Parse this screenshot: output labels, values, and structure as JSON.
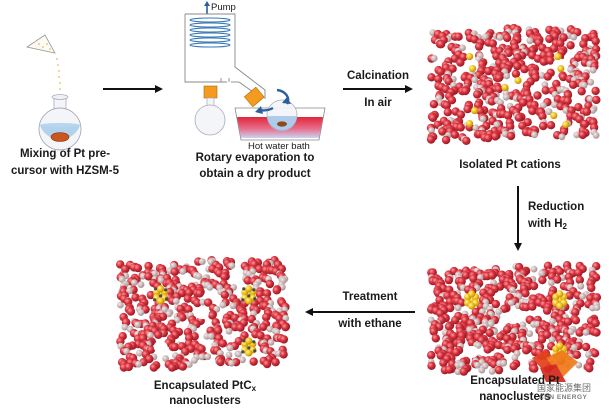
{
  "steps": {
    "mixing": {
      "line1": "Mixing of Pt pre-",
      "line2": "cursor with HZSM-5"
    },
    "rotary": {
      "line1": "Rotary evaporation to",
      "line2": "obtain a dry product",
      "pump_label": "Pump",
      "bath_label": "Hot water bath"
    },
    "isolated": {
      "label": "Isolated Pt cations"
    },
    "encap_pt": {
      "line1": "Encapsulated  Pt",
      "line2": "nanoclusters"
    },
    "encap_ptcx": {
      "line1_main": "Encapsulated  PtC",
      "line1_sub": "x",
      "line2": "nanoclusters"
    }
  },
  "arrows": {
    "calcination": {
      "top": "Calcination",
      "bottom": "In air"
    },
    "reduction": {
      "line1": "Reduction",
      "line2_main": "with H",
      "line2_sub": "2"
    },
    "treatment": {
      "top": "Treatment",
      "bottom": "with ethane"
    }
  },
  "watermark": {
    "cn": "国家能源集团",
    "en": "CHN ENERGY"
  },
  "colors": {
    "oxygen": "#d9343f",
    "silicon": "#c9b8b8",
    "platinum": "#f2c21a",
    "carbon": "#4a4a4a",
    "orange_joint": "#f39a1f",
    "bath_red": "#e0283a",
    "water_blue": "#9cc4e8",
    "arrow": "#111111",
    "rot_arrow": "#2b5f9e"
  }
}
